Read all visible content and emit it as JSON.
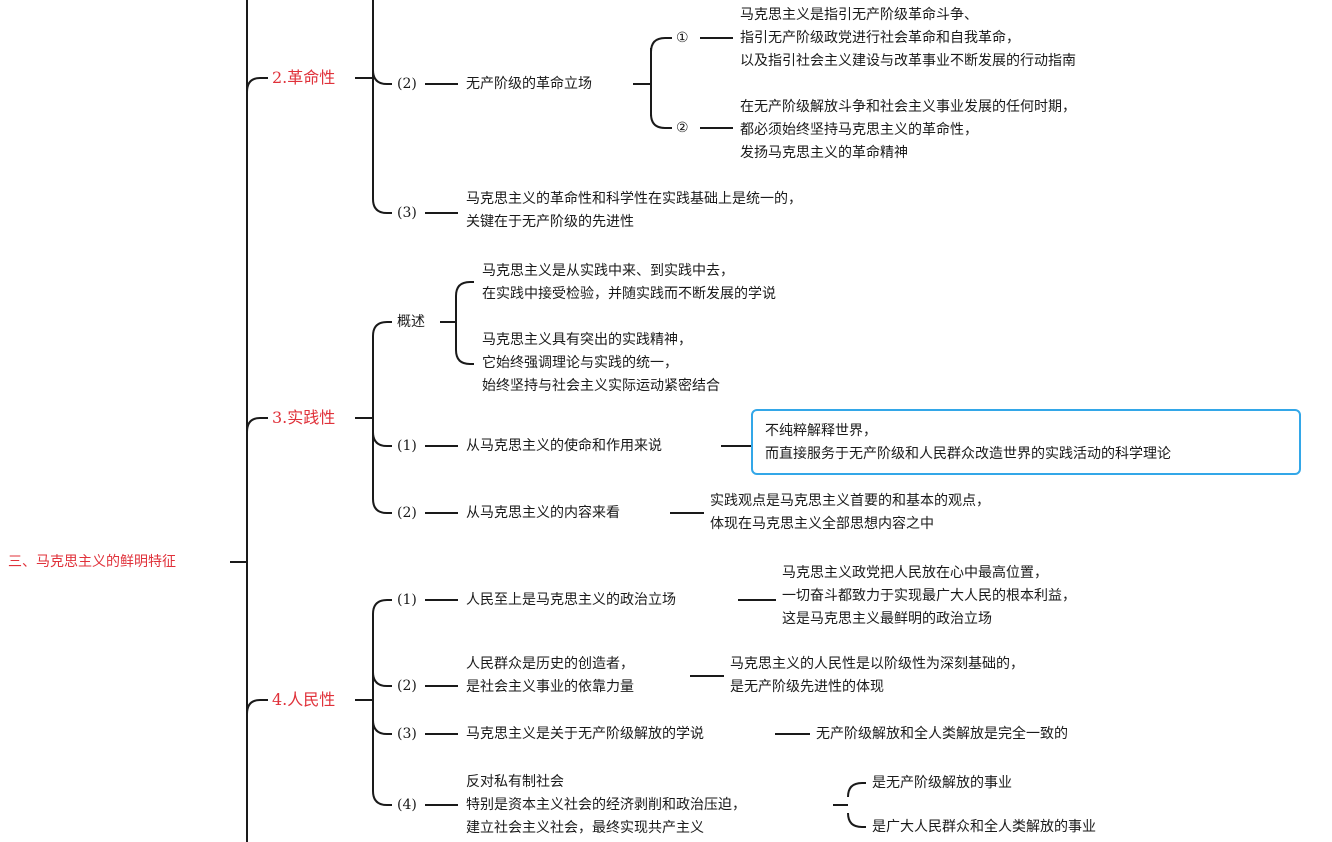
{
  "colors": {
    "accent_red": "#e0313a",
    "highlight_border": "#33a7e8",
    "line": "#1a1a1a"
  },
  "root": "三、马克思主义的鲜明特征",
  "revolution": {
    "title": "2.革命性",
    "b2": {
      "num": "(2)",
      "label": "无产阶级的革命立场",
      "s1": {
        "num": "①",
        "lines": [
          "马克思主义是指引无产阶级革命斗争、",
          "指引无产阶级政党进行社会革命和自我革命，",
          "以及指引社会主义建设与改革事业不断发展的行动指南"
        ]
      },
      "s2": {
        "num": "②",
        "lines": [
          "在无产阶级解放斗争和社会主义事业发展的任何时期，",
          "都必须始终坚持马克思主义的革命性，",
          "发扬马克思主义的革命精神"
        ]
      }
    },
    "b3": {
      "num": "(3)",
      "lines": [
        "马克思主义的革命性和科学性在实践基础上是统一的，",
        "关键在于无产阶级的先进性"
      ]
    }
  },
  "practice": {
    "title": "3.实践性",
    "overview": {
      "label": "概述",
      "p1": [
        "马克思主义是从实践中来、到实践中去，",
        "在实践中接受检验，并随实践而不断发展的学说"
      ],
      "p2": [
        "马克思主义具有突出的实践精神，",
        "它始终强调理论与实践的统一，",
        "始终坚持与社会主义实际运动紧密结合"
      ]
    },
    "b1": {
      "num": "(1)",
      "label": "从马克思主义的使命和作用来说",
      "detail": [
        "不纯粹解释世界，",
        "而直接服务于无产阶级和人民群众改造世界的实践活动的科学理论"
      ]
    },
    "b2": {
      "num": "(2)",
      "label": "从马克思主义的内容来看",
      "detail": [
        "实践观点是马克思主义首要的和基本的观点，",
        "体现在马克思主义全部思想内容之中"
      ]
    }
  },
  "people": {
    "title": "4.人民性",
    "b1": {
      "num": "(1)",
      "label": "人民至上是马克思主义的政治立场",
      "detail": [
        "马克思主义政党把人民放在心中最高位置，",
        "一切奋斗都致力于实现最广大人民的根本利益，",
        "这是马克思主义最鲜明的政治立场"
      ]
    },
    "b2": {
      "num": "(2)",
      "label": [
        "人民群众是历史的创造者，",
        "是社会主义事业的依靠力量"
      ],
      "detail": [
        "马克思主义的人民性是以阶级性为深刻基础的，",
        "是无产阶级先进性的体现"
      ]
    },
    "b3": {
      "num": "(3)",
      "label": "马克思主义是关于无产阶级解放的学说",
      "detail": "无产阶级解放和全人类解放是完全一致的"
    },
    "b4": {
      "num": "(4)",
      "label": [
        "反对私有制社会",
        "特别是资本主义社会的经济剥削和政治压迫，",
        "建立社会主义社会，最终实现共产主义"
      ],
      "d1": "是无产阶级解放的事业",
      "d2": "是广大人民群众和全人类解放的事业"
    }
  }
}
